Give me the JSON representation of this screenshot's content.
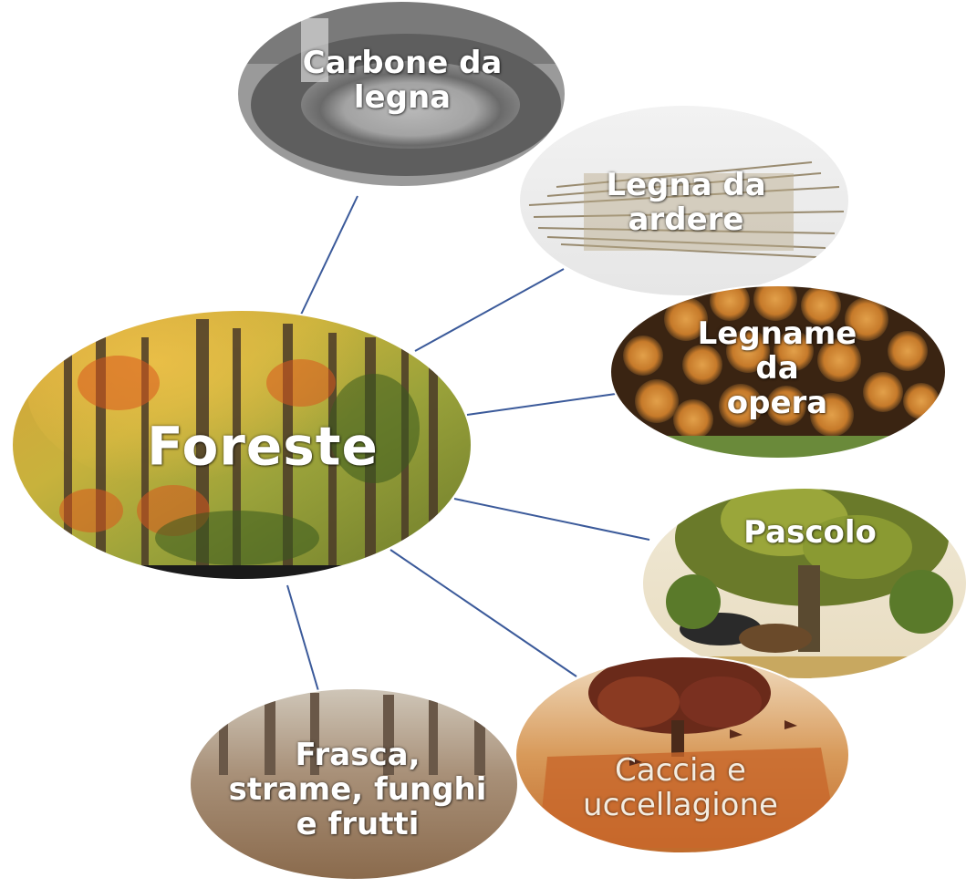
{
  "diagram": {
    "center": {
      "label": "Foreste"
    },
    "nodes": [
      {
        "id": "carbone",
        "label": "Carbone da\nlegna"
      },
      {
        "id": "legna",
        "label": "Legna da\nardere"
      },
      {
        "id": "legname",
        "label": "Legname da\nopera"
      },
      {
        "id": "pascolo",
        "label": "Pascolo"
      },
      {
        "id": "caccia",
        "label": "Caccia e\nuccellagione"
      },
      {
        "id": "frasca",
        "label": "Frasca,\nstrame, funghi\ne frutti"
      }
    ],
    "colors": {
      "connector": "#3b5a9a",
      "label": "#ffffff"
    }
  }
}
